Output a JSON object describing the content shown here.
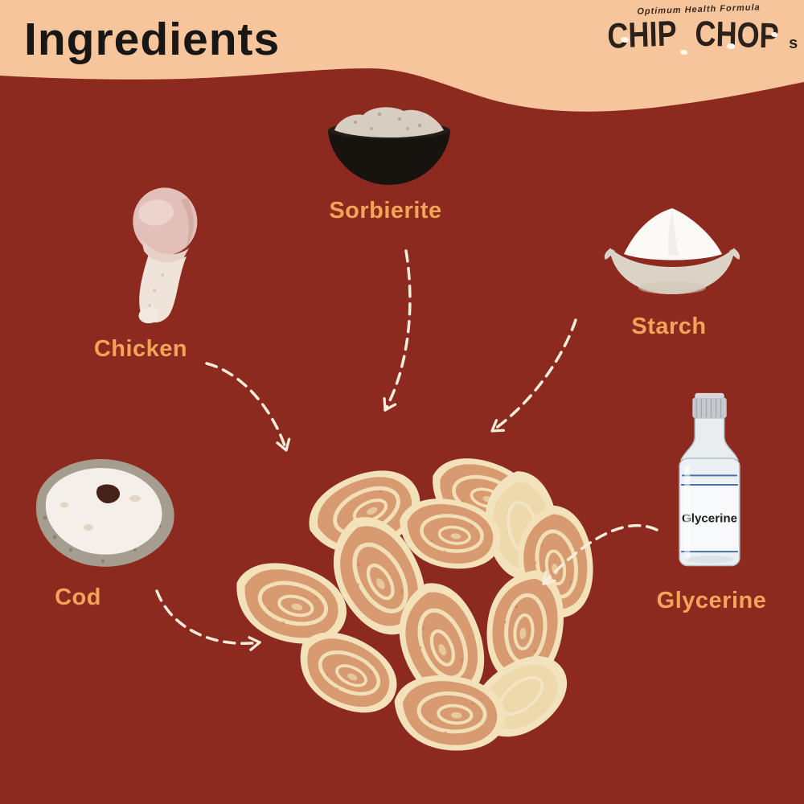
{
  "header": {
    "title": "Ingredients",
    "logo": {
      "tagline": "Optimum Health Formula",
      "word1": "CHIP",
      "word2": "CHOP",
      "suffix": "s"
    }
  },
  "ingredients": [
    {
      "label": "Chicken",
      "image": "chicken-drumstick-photo"
    },
    {
      "label": "Sorbierite",
      "image": "sorbierite-powder-bowl-photo"
    },
    {
      "label": "Starch",
      "image": "starch-powder-bowl-photo"
    },
    {
      "label": "Cod",
      "image": "cod-fish-steak-photo"
    },
    {
      "label": "Glycerine",
      "image": "glycerine-bottle-photo",
      "bottle_label": "Glycerine"
    }
  ],
  "product": {
    "image": "rolled-chew-treats-pile-photo"
  },
  "colors": {
    "background": "#8C2A1F",
    "header_band": "#F7C59C",
    "label_orange": "#F3A459",
    "title_text": "#191715",
    "logo_text": "#2B211A",
    "arrow": "#F7EDDC",
    "treat_rim": "#F3E2B9",
    "treat_flesh": "#D89B71",
    "glycerine_label_blue": "#4A6FA5"
  }
}
